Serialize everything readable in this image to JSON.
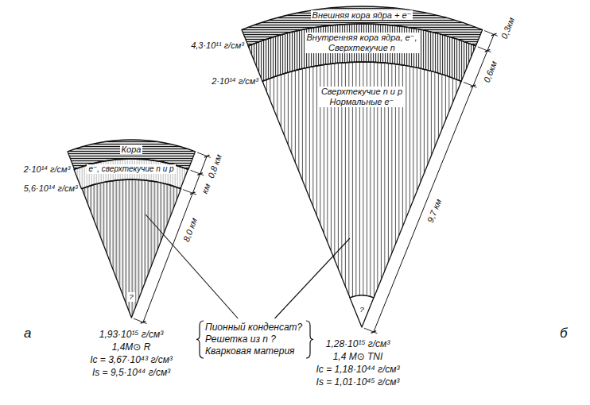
{
  "diagram": {
    "nodes": [
      {
        "text": [
          "Кора"
        ]
      },
      {
        "text": [
          "e⁻, сверхтекучие n и p"
        ]
      },
      {
        "text": [
          "?"
        ]
      },
      {
        "text": [
          "Внешняя кора ядра + e⁻"
        ]
      },
      {
        "text": [
          "Внутренняя кора ядра, e⁻, Сверхтекучие n"
        ]
      },
      {
        "text": [
          "Сверхтекучие n и p Нормальные e⁻"
        ]
      },
      {
        "text": [
          "?"
        ]
      }
    ],
    "labels": [
      "2·10¹⁴ г/см³",
      "5,6·10¹⁴ г/см³",
      "0,8 км",
      "км",
      "8,0 км",
      "1,93·10¹⁵ г/см³",
      "1,4M⊙ R",
      "Ic = 3,67·10⁴³ г/см³",
      "Is = 9,5·10⁴⁴ г/см³",
      "а",
      "4,3·10¹¹ г/см³",
      "2·10¹⁴ г/см³",
      "0,3км",
      "0,6км",
      "9,7 км",
      "1,28·10¹⁵ г/см³",
      "1,4 M⊙ TNI",
      "Ic = 1,18·10⁴⁴ г/см³",
      "Is = 1,01·10⁴⁵ г/см³",
      "б",
      "Пионный конденсат? Решетка из n ? Кварковая материя"
    ]
  }
}
